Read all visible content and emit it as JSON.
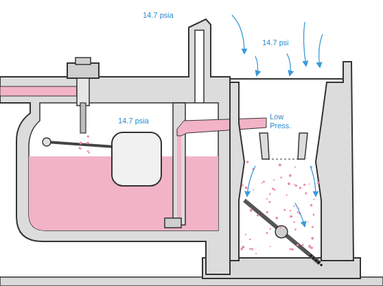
{
  "diagram": {
    "labels": [
      "14.7 psia",
      "14.7 psi",
      "14.7 psia",
      "Low Press."
    ]
  }
}
